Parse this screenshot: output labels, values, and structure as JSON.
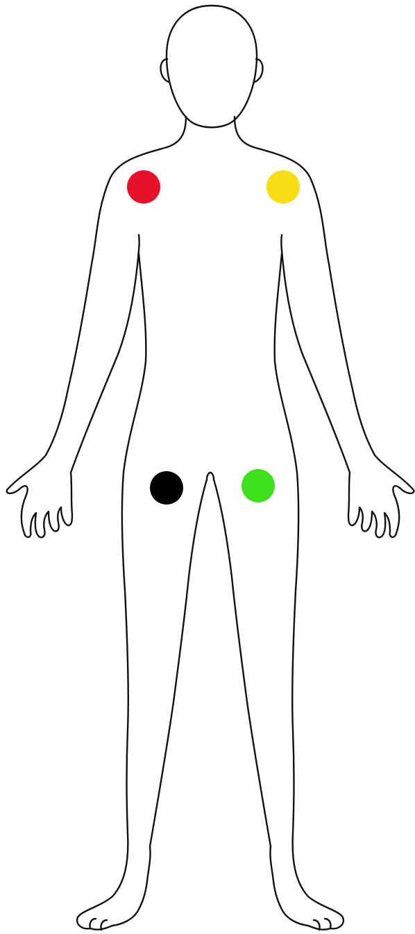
{
  "figure": {
    "background_color": "#ffffff",
    "outline_color": "#111111"
  },
  "markers": [
    {
      "id": "marker-right-shoulder",
      "color": "#e8102a"
    },
    {
      "id": "marker-left-shoulder",
      "color": "#f7dd12"
    },
    {
      "id": "marker-right-thigh",
      "color": "#000000"
    },
    {
      "id": "marker-left-thigh",
      "color": "#3ee01e"
    }
  ]
}
